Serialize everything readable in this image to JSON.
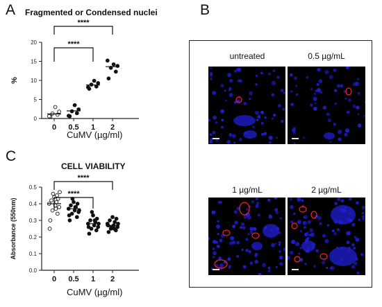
{
  "panels": {
    "a_letter": "A",
    "b_letter": "B",
    "c_letter": "C"
  },
  "chart_data": [
    {
      "type": "scatter",
      "title": "Fragmented or Condensed nuclei",
      "xlabel": "CuMV (µg/ml)",
      "ylabel": "%",
      "categories": [
        "0",
        "0.5",
        "1",
        "2"
      ],
      "yticks": [
        "0",
        "5",
        "10",
        "15",
        "20"
      ],
      "ylim": [
        0,
        20
      ],
      "grid": false,
      "groups": [
        {
          "category": "0",
          "marker": "open",
          "values": [
            0.5,
            1.0,
            1.3,
            1.8,
            3.0,
            0.6
          ],
          "median": 1.2
        },
        {
          "category": "0.5",
          "marker": "filled",
          "values": [
            0.6,
            1.4,
            1.9,
            2.4,
            3.5,
            0.7
          ],
          "median": 2.0
        },
        {
          "category": "1",
          "marker": "filled",
          "values": [
            7.8,
            8.4,
            8.9,
            9.3,
            9.9,
            8.2
          ],
          "median": 8.8
        },
        {
          "category": "2",
          "marker": "filled",
          "values": [
            10.5,
            12.3,
            13.3,
            13.8,
            14.2,
            15.2
          ],
          "median": 13.6
        }
      ],
      "significance": [
        {
          "from": "0",
          "to": "1",
          "label": "****"
        },
        {
          "from": "0",
          "to": "2",
          "label": "****"
        }
      ]
    },
    {
      "type": "scatter",
      "title": "CELL VIABILITY",
      "xlabel": "CuMV (µg/ml)",
      "ylabel": "Absorbance (550nm)",
      "categories": [
        "0",
        "0.5",
        "1",
        "2"
      ],
      "yticks": [
        "0.0",
        "0.1",
        "0.2",
        "0.3",
        "0.4",
        "0.5"
      ],
      "ylim": [
        0,
        0.5
      ],
      "grid": false,
      "groups": [
        {
          "category": "0",
          "marker": "open",
          "values": [
            0.3,
            0.34,
            0.36,
            0.38,
            0.39,
            0.4,
            0.41,
            0.42,
            0.43,
            0.44,
            0.46,
            0.47,
            0.25,
            0.37,
            0.45
          ],
          "median": 0.4
        },
        {
          "category": "0.5",
          "marker": "filled",
          "values": [
            0.3,
            0.32,
            0.34,
            0.35,
            0.36,
            0.37,
            0.38,
            0.39,
            0.4,
            0.41,
            0.43,
            0.36,
            0.33,
            0.38
          ],
          "median": 0.37
        },
        {
          "category": "1",
          "marker": "filled",
          "values": [
            0.22,
            0.24,
            0.25,
            0.26,
            0.27,
            0.28,
            0.29,
            0.3,
            0.31,
            0.33,
            0.35,
            0.28,
            0.26,
            0.3
          ],
          "median": 0.28
        },
        {
          "category": "2",
          "marker": "filled",
          "values": [
            0.23,
            0.24,
            0.25,
            0.26,
            0.27,
            0.28,
            0.29,
            0.3,
            0.31,
            0.32,
            0.26,
            0.28,
            0.27,
            0.25
          ],
          "median": 0.27
        }
      ],
      "significance": [
        {
          "from": "0",
          "to": "1",
          "label": "****"
        },
        {
          "from": "0",
          "to": "2",
          "label": "****"
        }
      ]
    }
  ],
  "micrographs": [
    {
      "label": "untreated",
      "circles": 1
    },
    {
      "label": "0.5 µg/mL",
      "circles": 1
    },
    {
      "label": "1 µg/mL",
      "circles": 4
    },
    {
      "label": "2 µg/mL",
      "circles": 5
    }
  ],
  "colors": {
    "points": "#111111",
    "nuclei": "#1f1fd6",
    "circle": "#ff2020",
    "scalebar": "#ffffff"
  }
}
